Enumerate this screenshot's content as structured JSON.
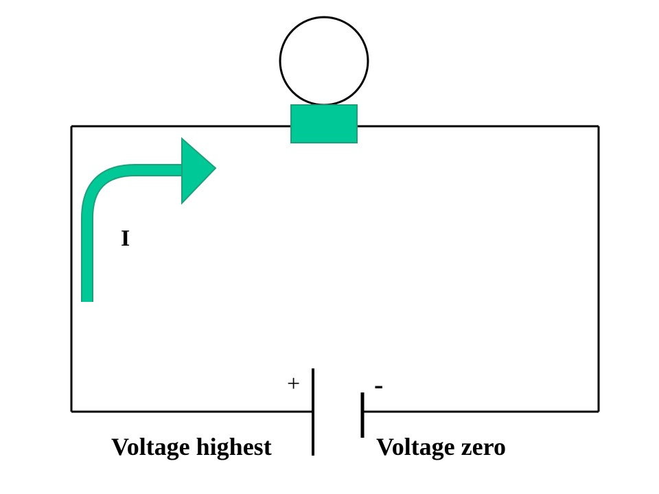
{
  "diagram": {
    "current_label": "I",
    "plus_sign": "+",
    "minus_sign": "-",
    "left_caption": "Voltage highest",
    "right_caption": "Voltage zero"
  },
  "colors": {
    "accent": "#00C896",
    "accent_stroke": "#1CA07A",
    "wire": "#000000",
    "background": "#FFFFFF"
  },
  "icons": {
    "bulb": "bulb-globe-icon",
    "current_arrow": "curved-arrow-icon"
  }
}
